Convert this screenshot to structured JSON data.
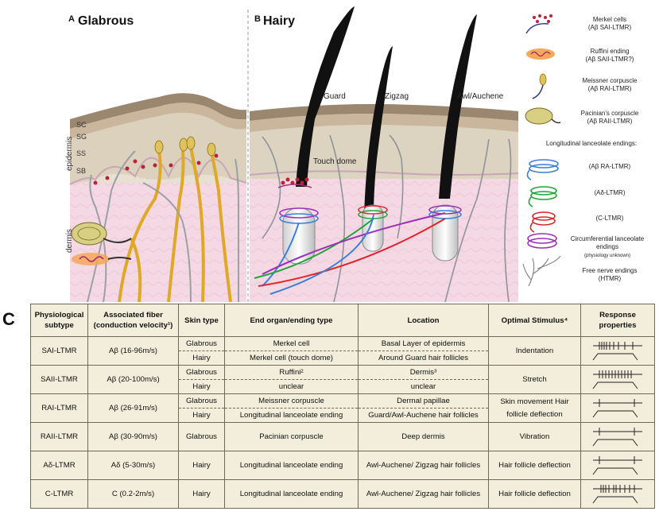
{
  "panels": {
    "a_letter": "A",
    "a_title": "Glabrous",
    "b_letter": "B",
    "b_title": "Hairy",
    "c_letter": "C"
  },
  "layers": [
    "SC",
    "SG",
    "SS",
    "SB"
  ],
  "epidermis_label": "epidermis",
  "dermis_label": "dermis",
  "hair_labels": {
    "guard": "Guard",
    "zigzag": "Zigzag",
    "awl": "Awl/Auchene",
    "touch_dome": "Touch dome"
  },
  "legend": [
    {
      "name": "Merkel cells",
      "sub": "(Aβ SAI-LTMR)",
      "icon": "merkel-icon"
    },
    {
      "name": "Ruffini ending",
      "sub": "(Aβ SAII-LTMR?)",
      "icon": "ruffini-icon"
    },
    {
      "name": "Meissner corpuscle",
      "sub": "(Aβ RAI-LTMR)",
      "icon": "meissner-icon"
    },
    {
      "name": "Pacinian's corpuscle",
      "sub": "(Aβ RAII-LTMR)",
      "icon": "pacinian-icon"
    }
  ],
  "lanceolate_title": "Longitudinal lanceolate endings:",
  "lanceolate": [
    {
      "sub": "(Aβ RA-LTMR)",
      "color": "#3a7fd6"
    },
    {
      "sub": "(Aδ-LTMR)",
      "color": "#1fa33a"
    },
    {
      "sub": "(C-LTMR)",
      "color": "#e0242a"
    }
  ],
  "circumferential": {
    "name": "Circumferential lanceolate endings",
    "sub": "(physiology unknown)",
    "color": "#9b2fb8"
  },
  "free_nerve": {
    "name": "Free nerve endings",
    "sub": "(HTMR)"
  },
  "table": {
    "headers": [
      "Physiological subtype",
      "Associated fiber (conduction velocity¹)",
      "Skin type",
      "End organ/ending type",
      "Location",
      "Optimal Stimulus⁴",
      "Response properties"
    ],
    "rows": [
      {
        "subtype": "SAI-LTMR",
        "fiber": "Aβ (16-96m/s)",
        "skin": [
          "Glabrous",
          "Hairy"
        ],
        "organ": [
          "Merkel cell",
          "Merkel cell (touch dome)"
        ],
        "location": [
          "Basal Layer of epidermis",
          "Around Guard hair follicles"
        ],
        "stimulus": "Indentation",
        "response": "sa1"
      },
      {
        "subtype": "SAII-LTMR",
        "fiber": "Aβ (20-100m/s)",
        "skin": [
          "Glabrous",
          "Hairy"
        ],
        "organ": [
          "Ruffini²",
          "unclear"
        ],
        "location": [
          "Dermis³",
          "unclear"
        ],
        "stimulus": "Stretch",
        "response": "sa2"
      },
      {
        "subtype": "RAI-LTMR",
        "fiber": "Aβ (26-91m/s)",
        "skin": [
          "Glabrous",
          "Hairy"
        ],
        "organ": [
          "Meissner corpuscle",
          "Longitudinal lanceolate ending"
        ],
        "location": [
          "Dermal papillae",
          "Guard/Awl-Auchene hair follicles"
        ],
        "stimulus": "Skin movement Hair follicle deflection",
        "response": "ra"
      },
      {
        "subtype": "RAII-LTMR",
        "fiber": "Aβ (30-90m/s)",
        "skin": [
          "Glabrous"
        ],
        "organ": [
          "Pacinian corpuscle"
        ],
        "location": [
          "Deep dermis"
        ],
        "stimulus": "Vibration",
        "response": "ra2"
      },
      {
        "subtype": "Aδ-LTMR",
        "fiber": "Aδ (5-30m/s)",
        "skin": [
          "Hairy"
        ],
        "organ": [
          "Longitudinal lanceolate ending"
        ],
        "location": [
          "Awl-Auchene/ Zigzag hair follicles"
        ],
        "stimulus": "Hair follicle deflection",
        "response": "ad"
      },
      {
        "subtype": "C-LTMR",
        "fiber": "C (0.2-2m/s)",
        "skin": [
          "Hairy"
        ],
        "organ": [
          "Longitudinal lanceolate ending"
        ],
        "location": [
          "Awl-Auchene/ Zigzag hair follicles"
        ],
        "stimulus": "Hair follicle deflection",
        "response": "c"
      }
    ]
  }
}
